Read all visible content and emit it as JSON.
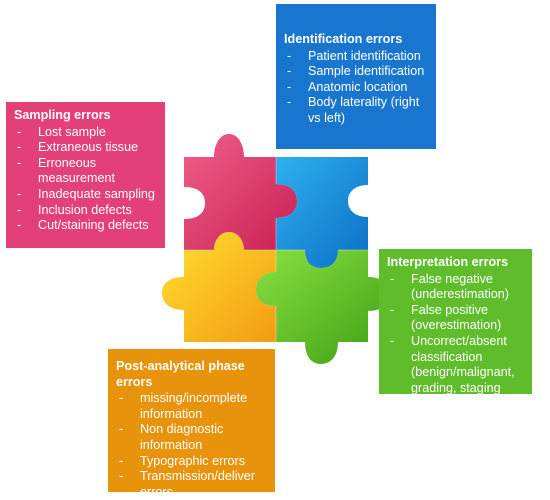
{
  "colors": {
    "identification": "#1976cf",
    "sampling": "#e33f79",
    "interpretation": "#5fbc2a",
    "post_analytical": "#e8930c",
    "puzzle_pink": "#e23868",
    "puzzle_blue": "#1896e0",
    "puzzle_yellow": "#fbc312",
    "puzzle_green": "#5cc51f"
  },
  "identification": {
    "title": "Identification errors",
    "items": [
      "Patient identification",
      "Sample identification",
      "Anatomic location",
      "Body laterality (right vs left)"
    ]
  },
  "sampling": {
    "title": "Sampling errors",
    "items": [
      "Lost sample",
      "Extraneous tissue",
      "Erroneous measurement",
      "Inadequate sampling",
      "Inclusion defects",
      "Cut/staining defects"
    ]
  },
  "interpretation": {
    "title": "Interpretation errors",
    "items": [
      "False negative (underestimation)",
      "False positive (overestimation)",
      "Uncorrect/absent classification (benign/malignant, grading, staging etc..)"
    ]
  },
  "post_analytical": {
    "title": "Post-analytical phase errors",
    "items": [
      "missing/incomplete information",
      "Non diagnostic information",
      "Typographic errors",
      "Transmission/deliver errors"
    ]
  }
}
